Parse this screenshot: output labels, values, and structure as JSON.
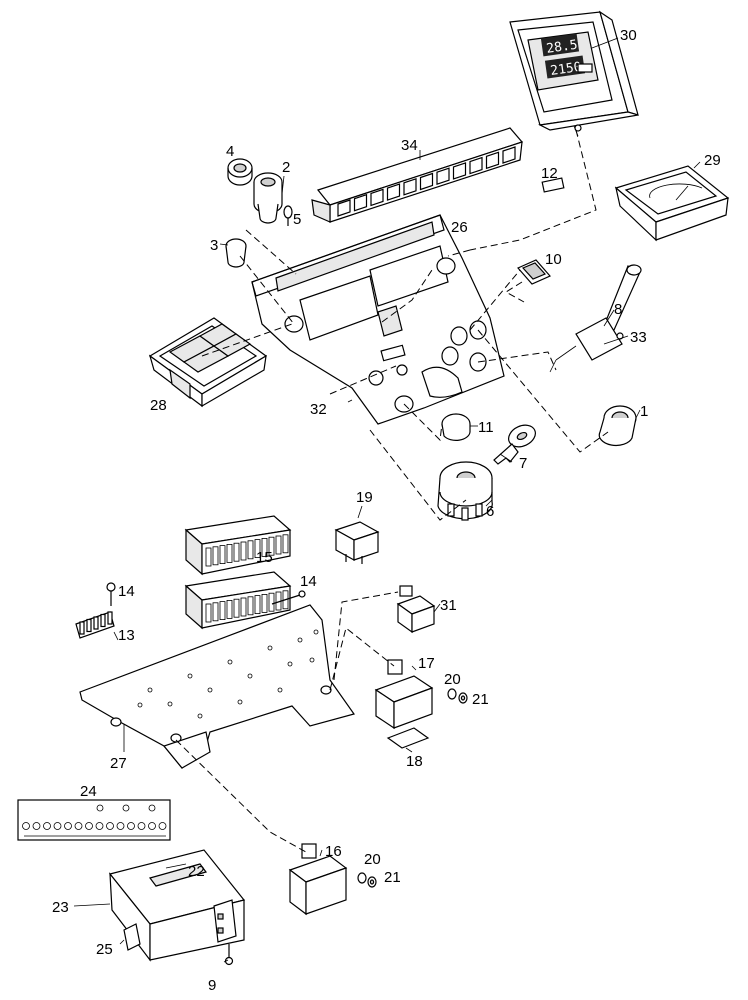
{
  "callouts": [
    {
      "id": "c30",
      "text": "30"
    },
    {
      "id": "c34",
      "text": "34"
    },
    {
      "id": "c4",
      "text": "4"
    },
    {
      "id": "c2",
      "text": "2"
    },
    {
      "id": "c12",
      "text": "12"
    },
    {
      "id": "c29",
      "text": "29"
    },
    {
      "id": "c5",
      "text": "5"
    },
    {
      "id": "c26",
      "text": "26"
    },
    {
      "id": "c3",
      "text": "3"
    },
    {
      "id": "c10",
      "text": "10"
    },
    {
      "id": "c8",
      "text": "8"
    },
    {
      "id": "c33",
      "text": "33"
    },
    {
      "id": "c28",
      "text": "28"
    },
    {
      "id": "c32",
      "text": "32"
    },
    {
      "id": "c1",
      "text": "1"
    },
    {
      "id": "c11",
      "text": "11"
    },
    {
      "id": "c7",
      "text": "7"
    },
    {
      "id": "c19",
      "text": "19"
    },
    {
      "id": "c6",
      "text": "6"
    },
    {
      "id": "c15",
      "text": "15"
    },
    {
      "id": "c14a",
      "text": "14"
    },
    {
      "id": "c14b",
      "text": "14"
    },
    {
      "id": "c13",
      "text": "13"
    },
    {
      "id": "c31",
      "text": "31"
    },
    {
      "id": "c17",
      "text": "17"
    },
    {
      "id": "c20a",
      "text": "20"
    },
    {
      "id": "c21a",
      "text": "21"
    },
    {
      "id": "c27",
      "text": "27"
    },
    {
      "id": "c18",
      "text": "18"
    },
    {
      "id": "c24",
      "text": "24"
    },
    {
      "id": "c16",
      "text": "16"
    },
    {
      "id": "c22",
      "text": "22"
    },
    {
      "id": "c20b",
      "text": "20"
    },
    {
      "id": "c21b",
      "text": "21"
    },
    {
      "id": "c23",
      "text": "23"
    },
    {
      "id": "c25",
      "text": "25"
    },
    {
      "id": "c9",
      "text": "9"
    }
  ],
  "display": {
    "upper_readout": "28.5",
    "lower_readout": "2150"
  }
}
